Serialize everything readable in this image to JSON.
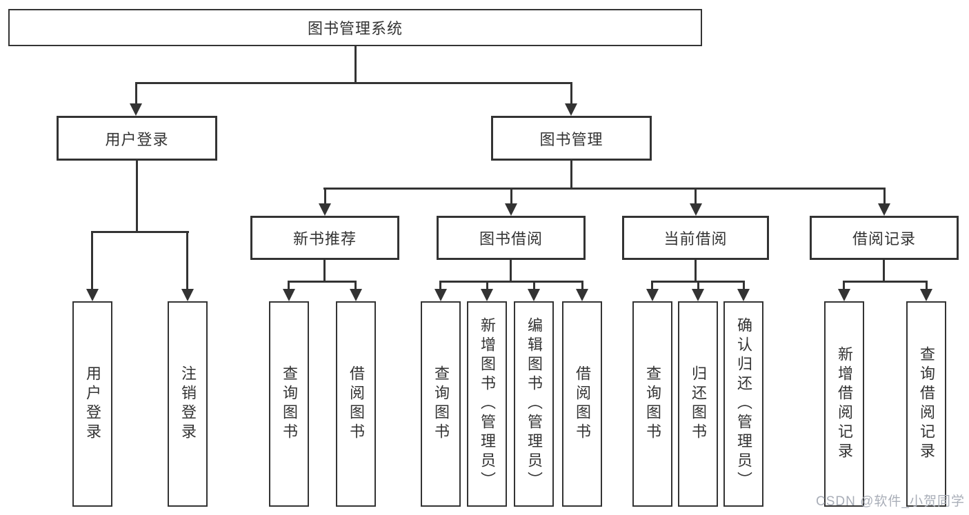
{
  "tree": {
    "root": "图书管理系统",
    "children": [
      {
        "label": "用户登录",
        "children": [
          "用户登录",
          "注销登录"
        ]
      },
      {
        "label": "图书管理",
        "children": [
          {
            "label": "新书推荐",
            "children": [
              "查询图书",
              "借阅图书"
            ]
          },
          {
            "label": "图书借阅",
            "children": [
              "查询图书",
              "新增图书（管理员）",
              "编辑图书（管理员）",
              "借阅图书"
            ]
          },
          {
            "label": "当前借阅",
            "children": [
              "查询图书",
              "归还图书",
              "确认归还（管理员）"
            ]
          },
          {
            "label": "借阅记录",
            "children": [
              "新增借阅记录",
              "查询借阅记录"
            ]
          }
        ]
      }
    ]
  },
  "watermark": "CSDN @软件_小贺同学",
  "colors": {
    "line": "#333333",
    "text": "#333333",
    "background": "#ffffff",
    "watermark": "#a9aeb8"
  }
}
